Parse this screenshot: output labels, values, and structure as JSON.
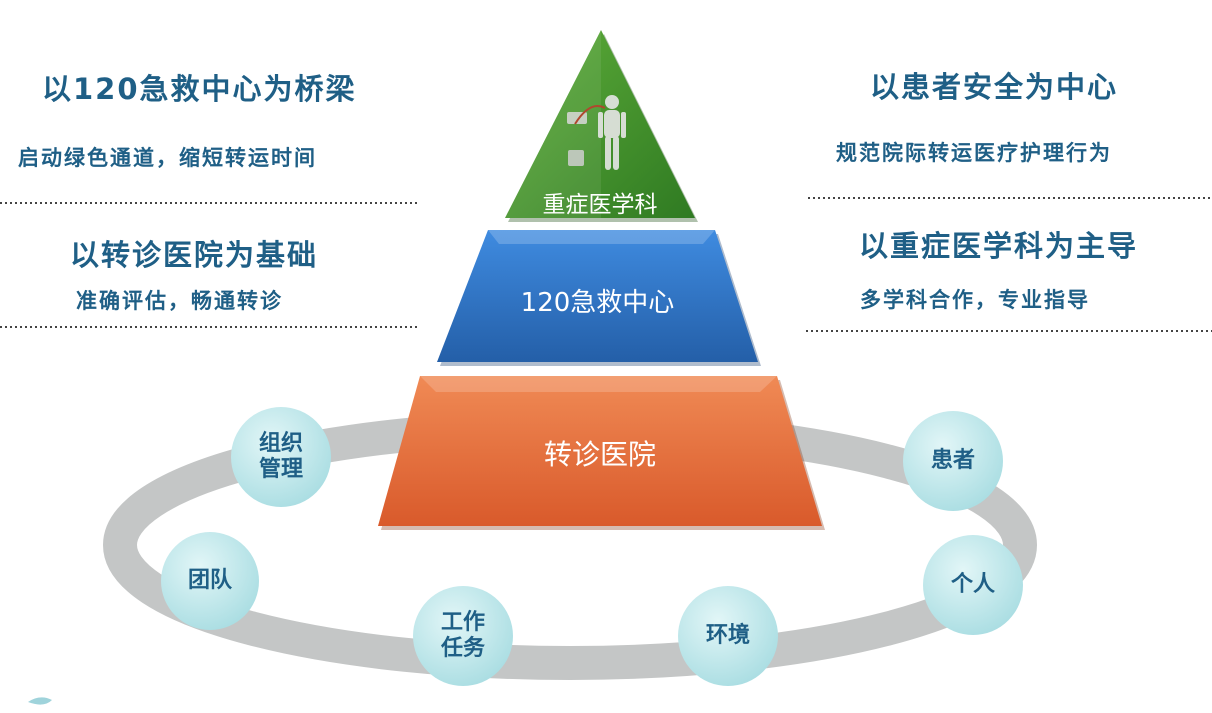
{
  "pyramid": {
    "top": {
      "label": "重症医学科",
      "color": "#3f8f2c"
    },
    "middle": {
      "label": "120急救中心",
      "color": "#2d74c2"
    },
    "bottom": {
      "label": "转诊医院",
      "color": "#e26a3a"
    }
  },
  "left_notes": [
    {
      "title": "以120急救中心为桥梁",
      "subtitle": "启动绿色通道，缩短转运时间"
    },
    {
      "title": "以转诊医院为基础",
      "subtitle": "准确评估，畅通转诊"
    }
  ],
  "right_notes": [
    {
      "title": "以患者安全为中心",
      "subtitle": "规范院际转运医疗护理行为"
    },
    {
      "title": "以重症医学科为主导",
      "subtitle": "多学科合作，专业指导"
    }
  ],
  "ring_nodes": [
    {
      "line1": "组织",
      "line2": "管理"
    },
    {
      "line1": "团队",
      "line2": ""
    },
    {
      "line1": "工作",
      "line2": "任务"
    },
    {
      "line1": "环境",
      "line2": ""
    },
    {
      "line1": "个人",
      "line2": ""
    },
    {
      "line1": "患者",
      "line2": ""
    }
  ],
  "colors": {
    "text": "#1f5f86",
    "bubble": "#bfe6ea",
    "ring": "#c4c6c6",
    "divider": "#444444"
  }
}
